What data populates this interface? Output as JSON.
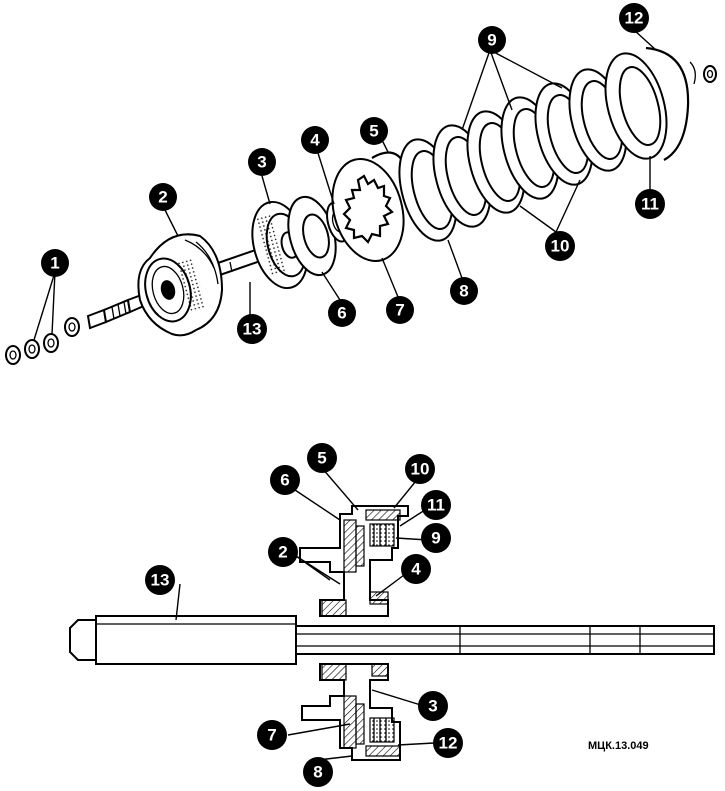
{
  "figure_code": "МЦК.13.049",
  "top_callouts": [
    {
      "id": "c1",
      "label": "1"
    },
    {
      "id": "c2",
      "label": "2"
    },
    {
      "id": "c3",
      "label": "3"
    },
    {
      "id": "c4",
      "label": "4"
    },
    {
      "id": "c5",
      "label": "5"
    },
    {
      "id": "c6",
      "label": "6"
    },
    {
      "id": "c7",
      "label": "7"
    },
    {
      "id": "c8",
      "label": "8"
    },
    {
      "id": "c9",
      "label": "9"
    },
    {
      "id": "c10",
      "label": "10"
    },
    {
      "id": "c11",
      "label": "11"
    },
    {
      "id": "c12",
      "label": "12"
    },
    {
      "id": "c13",
      "label": "13"
    }
  ],
  "bottom_callouts": [
    {
      "id": "b5",
      "label": "5"
    },
    {
      "id": "b10",
      "label": "10"
    },
    {
      "id": "b6",
      "label": "6"
    },
    {
      "id": "b11",
      "label": "11"
    },
    {
      "id": "b9",
      "label": "9"
    },
    {
      "id": "b2",
      "label": "2"
    },
    {
      "id": "b4",
      "label": "4"
    },
    {
      "id": "b13",
      "label": "13"
    },
    {
      "id": "b3",
      "label": "3"
    },
    {
      "id": "b7",
      "label": "7"
    },
    {
      "id": "b12",
      "label": "12"
    },
    {
      "id": "b8",
      "label": "8"
    }
  ]
}
